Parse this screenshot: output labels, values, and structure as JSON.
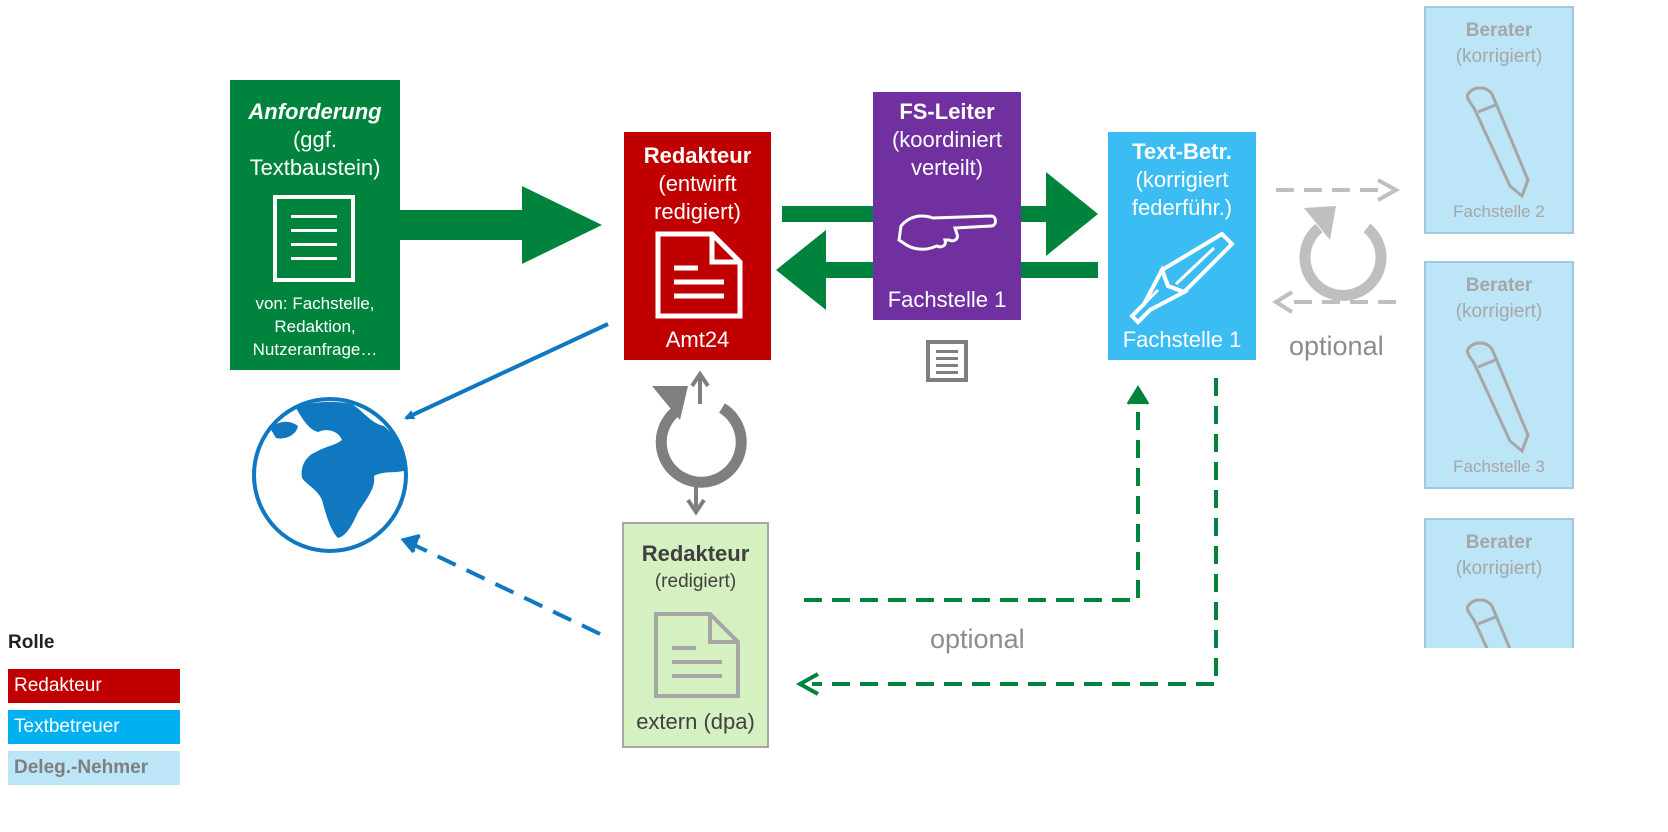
{
  "colors": {
    "green": "#00843d",
    "red": "#c00000",
    "purple": "#7030a0",
    "cyan": "#3bbcf2",
    "light_blue": "#bde5f8",
    "light_green": "#d5f0c1",
    "grey": "#7f7f7f",
    "globe_blue": "#0f78c0"
  },
  "anforderung": {
    "title": "Anforderung",
    "lines": [
      "(ggf.",
      "Textbaustein)"
    ],
    "from_lines": [
      "von: Fachstelle,",
      "Redaktion,",
      "Nutzeranfrage…"
    ],
    "icon": "document-lines-icon"
  },
  "redakteur_amt": {
    "title": "Redakteur",
    "lines": [
      "(entwirft",
      "redigiert)"
    ],
    "footer": "Amt24",
    "icon": "document-icon"
  },
  "fs_leiter": {
    "title": "FS-Leiter",
    "lines": [
      "(koordiniert",
      "verteilt)"
    ],
    "footer": "Fachstelle 1",
    "icon": "pointing-hand-icon"
  },
  "text_betr": {
    "title": "Text-Betr.",
    "lines": [
      "(korrigiert",
      "federführ.)"
    ],
    "footer": "Fachstelle 1",
    "icon": "fountain-pen-icon"
  },
  "berater": [
    {
      "title": "Berater",
      "subtitle": "(korrigiert)",
      "footer": "Fachstelle 2"
    },
    {
      "title": "Berater",
      "subtitle": "(korrigiert)",
      "footer": "Fachstelle 3"
    },
    {
      "title": "Berater",
      "subtitle": "(korrigiert)",
      "footer": ""
    }
  ],
  "redakteur_extern": {
    "title": "Redakteur",
    "subtitle": "(redigiert)",
    "footer": "extern (dpa)",
    "icon": "document-icon"
  },
  "labels": {
    "optional_right": "optional",
    "optional_bottom": "optional"
  },
  "legend": {
    "title": "Rolle",
    "items": [
      "Redakteur",
      "Textbetreuer",
      "Deleg.-Nehmer"
    ]
  }
}
